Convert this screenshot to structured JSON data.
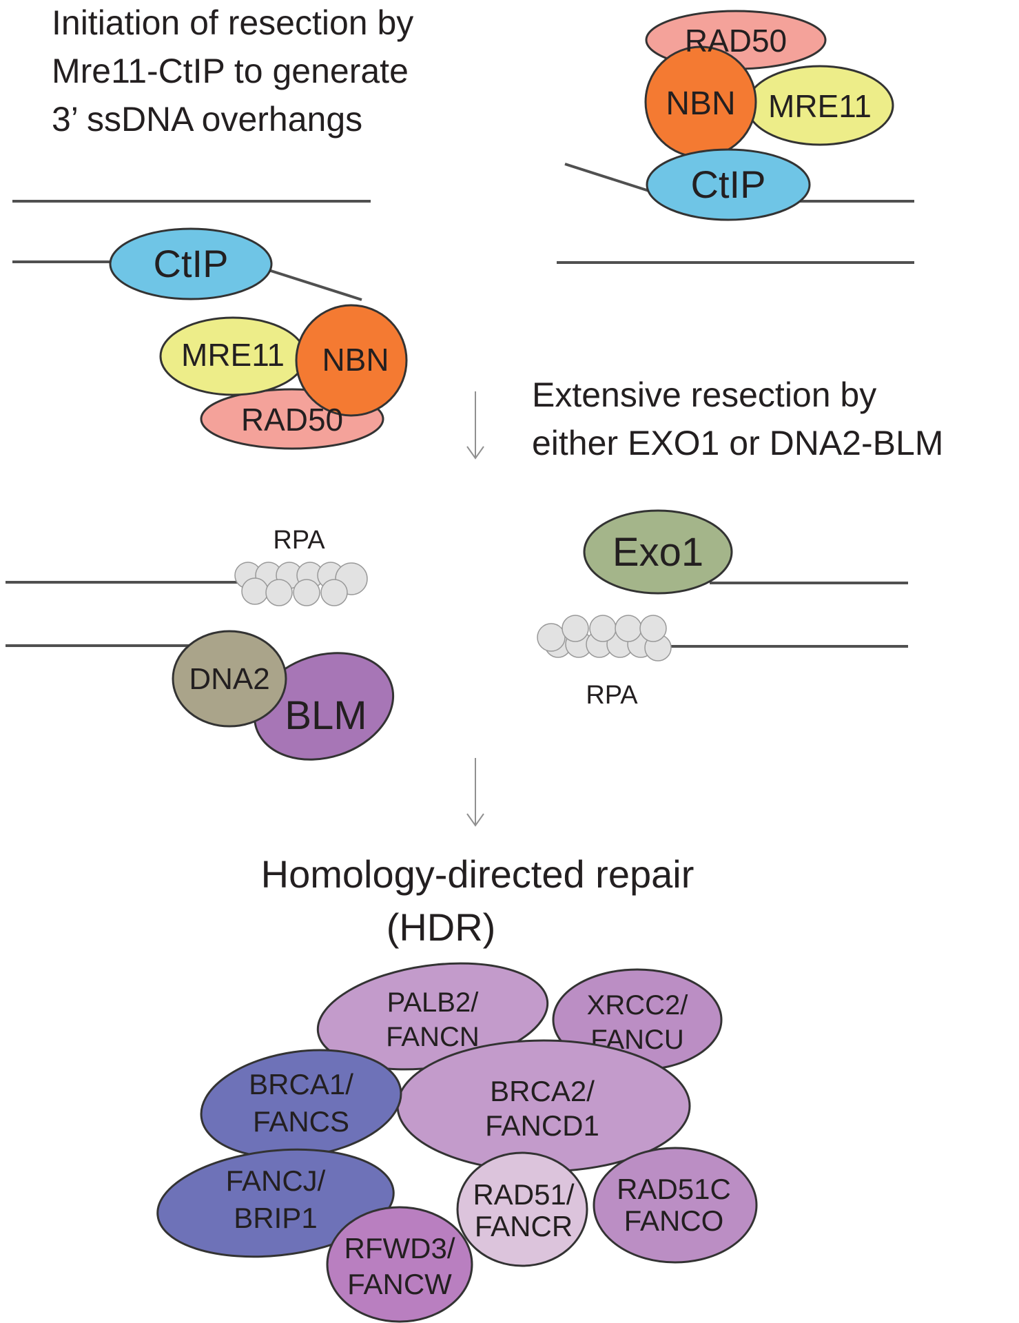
{
  "step1": {
    "heading_lines": [
      "Initiation of resection by",
      "Mre11-CtIP to generate",
      "3’ ssDNA overhangs"
    ],
    "left_complex": {
      "ctip": "CtIP",
      "mre11": "MRE11",
      "nbn": "NBN",
      "rad50": "RAD50"
    },
    "right_complex": {
      "rad50": "RAD50",
      "nbn": "NBN",
      "mre11": "MRE11",
      "ctip": "CtIP"
    }
  },
  "step2": {
    "heading_lines": [
      "Extensive resection by",
      "either EXO1 or DNA2-BLM"
    ],
    "left": {
      "rpa": "RPA",
      "dna2": "DNA2",
      "blm": "BLM"
    },
    "right": {
      "exo1": "Exo1",
      "rpa": "RPA"
    }
  },
  "step3": {
    "heading_lines": [
      "Homology-directed repair",
      "(HDR)"
    ],
    "proteins": [
      {
        "lines": [
          "PALB2/",
          "FANCN"
        ],
        "color": "#c39bcb"
      },
      {
        "lines": [
          "XRCC2/",
          "FANCU"
        ],
        "color": "#bb8ec4"
      },
      {
        "lines": [
          "BRCA1/",
          "FANCS"
        ],
        "color": "#6e72b8"
      },
      {
        "lines": [
          "BRCA2/",
          "FANCD1"
        ],
        "color": "#c39bcb"
      },
      {
        "lines": [
          "FANCJ/",
          "BRIP1"
        ],
        "color": "#6e72b8"
      },
      {
        "lines": [
          "RAD51/",
          "FANCR"
        ],
        "color": "#dcc4dc"
      },
      {
        "lines": [
          "RAD51C",
          "FANCO"
        ],
        "color": "#bb8ec4"
      },
      {
        "lines": [
          "RFWD3/",
          "FANCW"
        ],
        "color": "#b97fc0"
      }
    ]
  },
  "colors": {
    "ctip": "#6fc5e6",
    "mre11": "#eded89",
    "nbn": "#f47a32",
    "rad50": "#f4a29a",
    "exo1": "#a4b58a",
    "dna2": "#aaa48a",
    "blm": "#a776b6",
    "rpa": "#e2e2e2",
    "dna": "#505050",
    "arrow": "#909090"
  }
}
